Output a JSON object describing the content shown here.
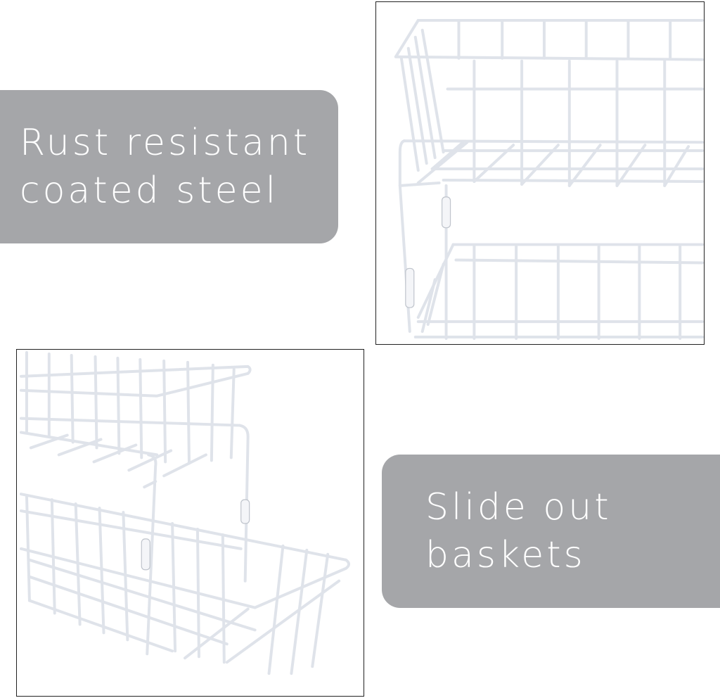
{
  "features": [
    {
      "id": "rust-resistant",
      "lines": [
        "Rust resistant",
        "coated steel"
      ],
      "panel_color": "#a5a6a9",
      "text_color": "#ffffff"
    },
    {
      "id": "slide-out",
      "lines": [
        "Slide out",
        "baskets"
      ],
      "panel_color": "#a5a6a9",
      "text_color": "#ffffff"
    }
  ],
  "images": [
    {
      "id": "basket-closeup-top",
      "subject": "white wire basket two-tier organizer close-up"
    },
    {
      "id": "basket-angle-bottom",
      "subject": "white wire two-tier sliding baskets angled view"
    }
  ],
  "colors": {
    "background": "#ffffff",
    "frame_border": "#222222",
    "wire": "#dfe3ea"
  }
}
